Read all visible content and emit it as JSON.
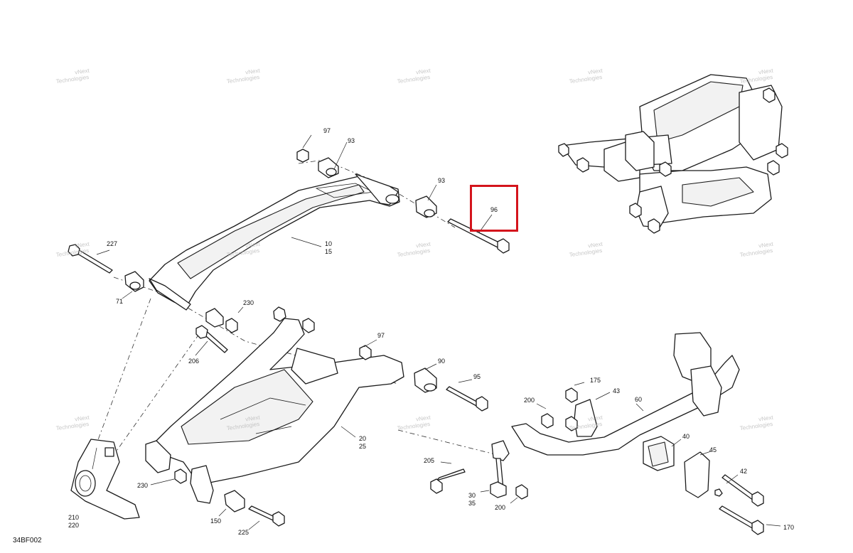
{
  "figure_code": "34BF002",
  "watermark": {
    "line1": "vNext",
    "line2": "Technologies"
  },
  "highlighted_callout": "96",
  "callouts": {
    "c97a": "97",
    "c93a": "93",
    "c93b": "93",
    "c96": "96",
    "c10": "10",
    "c15": "15",
    "c227": "227",
    "c71": "71",
    "c230a": "230",
    "c206": "206",
    "c97b": "97",
    "c90": "90",
    "c95": "95",
    "c20": "20",
    "c25": "25",
    "c230b": "230",
    "c210": "210",
    "c220": "220",
    "c150": "150",
    "c225": "225",
    "c205": "205",
    "c30": "30",
    "c35": "35",
    "c200a": "200",
    "c200b": "200",
    "c175": "175",
    "c43": "43",
    "c60": "60",
    "c40": "40",
    "c45": "45",
    "c42": "42",
    "c170": "170"
  }
}
